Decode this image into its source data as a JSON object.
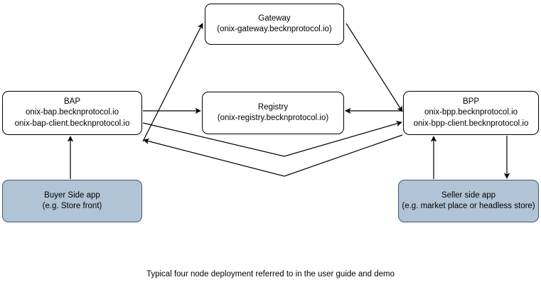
{
  "diagram": {
    "type": "node-deployment-diagram",
    "caption": "Typical four node deployment referred to in the user guide and demo",
    "colors": {
      "node_fill_white": "#ffffff",
      "node_fill_shaded": "#b1c4d6",
      "node_stroke": "#000000",
      "shaded_stroke": "#46546b",
      "edge_stroke": "#000000",
      "text": "#000000",
      "background": "#ffffff"
    },
    "nodes": [
      {
        "id": "gateway",
        "title": "Gateway",
        "subtitle": "(onix-gateway.becknprotocol.io)",
        "style": "white"
      },
      {
        "id": "bap",
        "title": "BAP",
        "subtitle": "onix-bap.becknprotocol.io",
        "subtitle2": "onix-bap-client.becknprotocol.io",
        "style": "white"
      },
      {
        "id": "registry",
        "title": "Registry",
        "subtitle": "(onix-registry.becknprotocol.io)",
        "style": "white"
      },
      {
        "id": "bpp",
        "title": "BPP",
        "subtitle": "onix-bpp.becknprotocol.io",
        "subtitle2": "onix-bpp-client.becknprotocol.io",
        "style": "white"
      },
      {
        "id": "buyer-app",
        "title": "Buyer Side app",
        "subtitle": "(e.g. Store front)",
        "style": "shaded"
      },
      {
        "id": "seller-app",
        "title": "Seller side app",
        "subtitle": "(e.g. market place or headless store)",
        "style": "shaded"
      }
    ],
    "edges": [
      {
        "id": "bap-to-gateway",
        "from": "bap",
        "to": "gateway",
        "direction": "one-way"
      },
      {
        "id": "gateway-to-bpp",
        "from": "gateway",
        "to": "bpp",
        "direction": "one-way"
      },
      {
        "id": "bap-to-registry",
        "from": "bap",
        "to": "registry",
        "direction": "one-way"
      },
      {
        "id": "bpp-to-registry",
        "from": "bpp",
        "to": "registry",
        "direction": "one-way"
      },
      {
        "id": "bap-to-bpp",
        "from": "bap",
        "to": "bpp",
        "direction": "one-way"
      },
      {
        "id": "bpp-to-bap",
        "from": "bpp",
        "to": "bap",
        "direction": "one-way"
      },
      {
        "id": "buyer-app-to-bap",
        "from": "buyer-app",
        "to": "bap",
        "direction": "one-way"
      },
      {
        "id": "seller-app-to-bpp",
        "from": "seller-app",
        "to": "bpp",
        "direction": "one-way"
      },
      {
        "id": "bpp-to-seller-app",
        "from": "bpp",
        "to": "seller-app",
        "direction": "one-way"
      }
    ]
  }
}
